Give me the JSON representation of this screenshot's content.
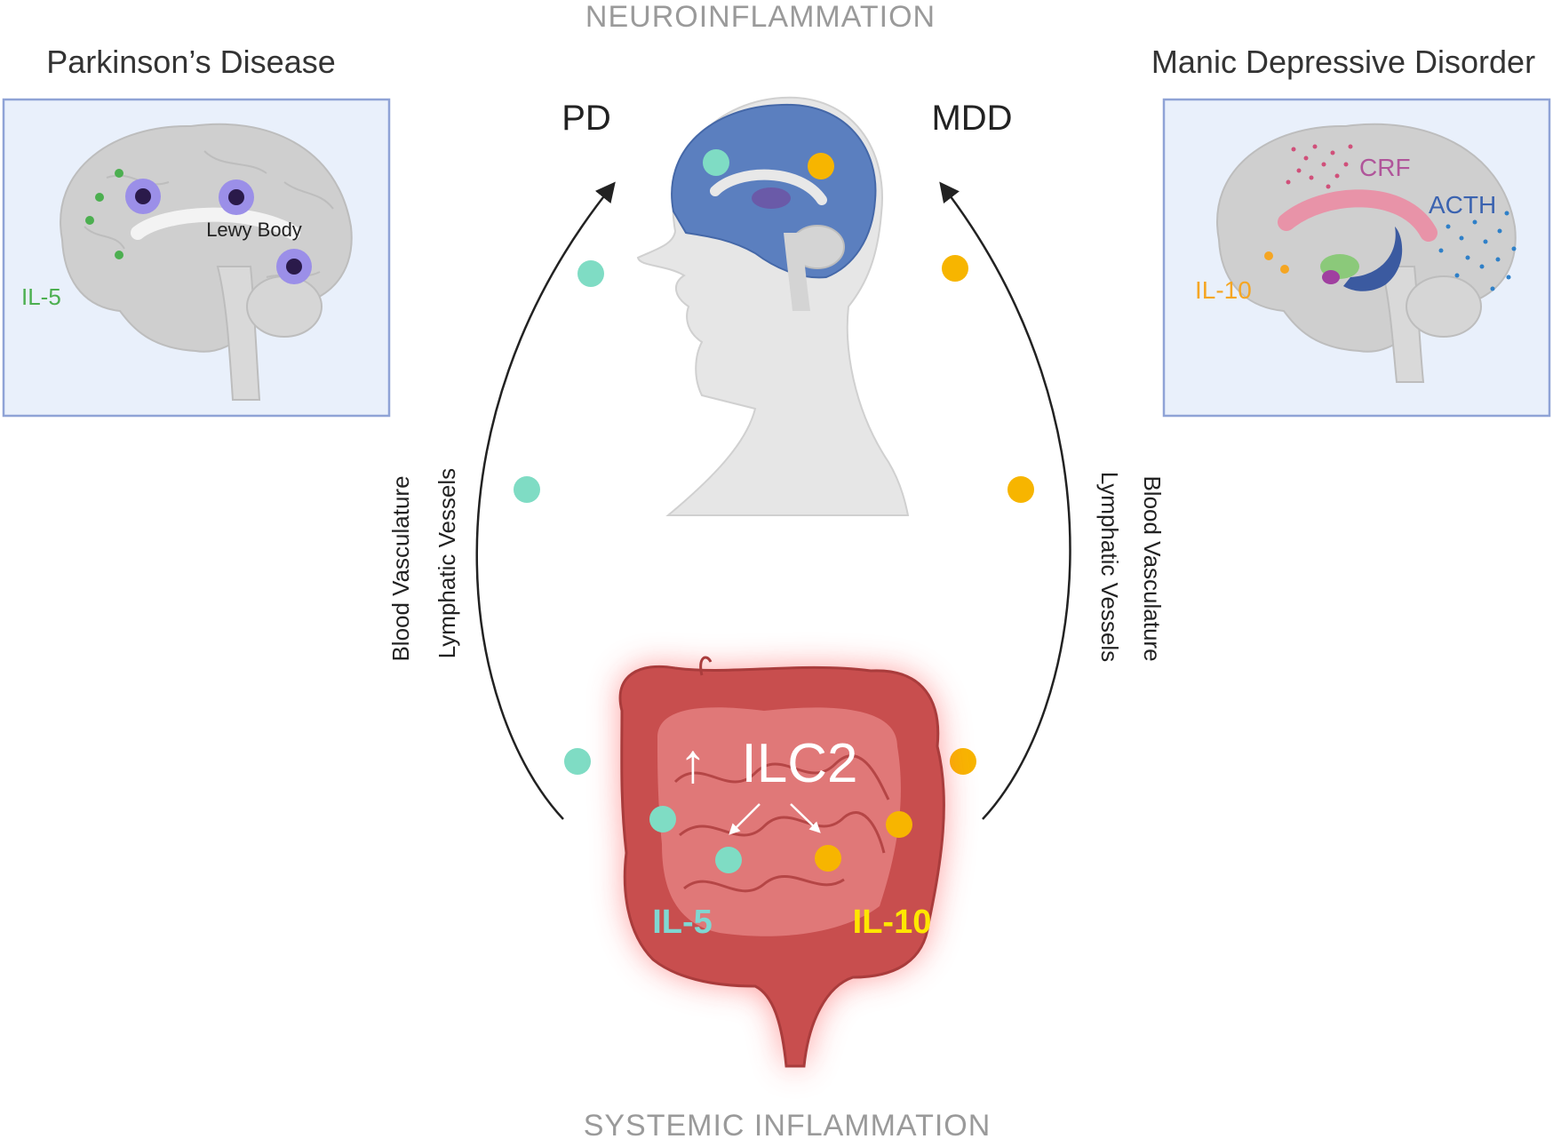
{
  "titles": {
    "top": "NEUROINFLAMMATION",
    "bottom": "SYSTEMIC INFLAMMATION",
    "left_panel": "Parkinson’s Disease",
    "right_panel": "Manic Depressive Disorder",
    "pd_abbrev": "PD",
    "mdd_abbrev": "MDD"
  },
  "left_panel_labels": {
    "lewy_body": "Lewy Body",
    "cytokine": "IL-5"
  },
  "right_panel_labels": {
    "crf": "CRF",
    "acth": "ACTH",
    "cytokine": "IL-10"
  },
  "pathways": {
    "left_line1": "Blood Vasculature",
    "left_line2": "Lymphatic  Vessels",
    "right_line1": "Blood Vasculature",
    "right_line2": "Lymphatic  Vessels"
  },
  "gut_labels": {
    "arrow": "↑",
    "cell": "ILC2",
    "il5": "IL-5",
    "il10": "IL-10"
  },
  "colors": {
    "il5_dot": "#7fdcc4",
    "il10_dot": "#f7b500",
    "panel_bg": "#e9f0fb",
    "panel_border": "#8fa3d6",
    "gut_red": "#cc5252",
    "il5_text": "#7fd7d2",
    "il10_text": "#ffe600"
  }
}
